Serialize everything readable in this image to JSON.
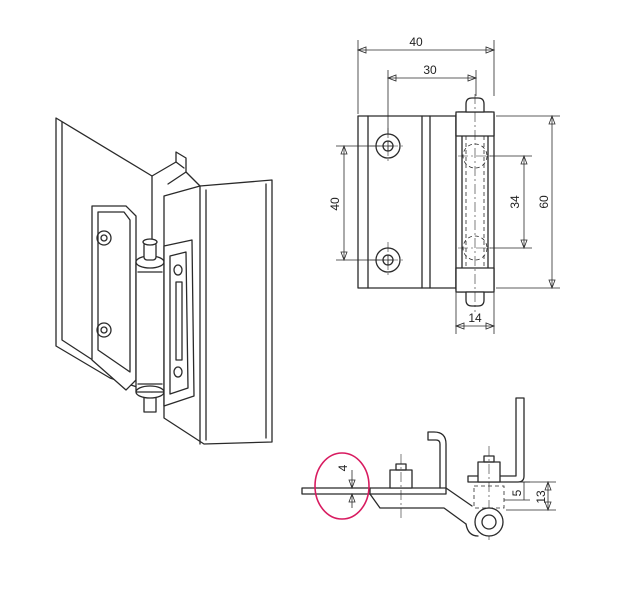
{
  "dimensions": {
    "front_overall_width": "40",
    "front_offset_width": "30",
    "front_hole_spacing": "40",
    "front_pin_spacing": "34",
    "front_overall_height": "60",
    "front_knuckle_width": "14",
    "side_thickness": "4",
    "side_offset": "5",
    "side_height": "13"
  },
  "colors": {
    "line": "#2a2a2a",
    "highlight_circle": "#d81b60",
    "background": "#ffffff"
  }
}
